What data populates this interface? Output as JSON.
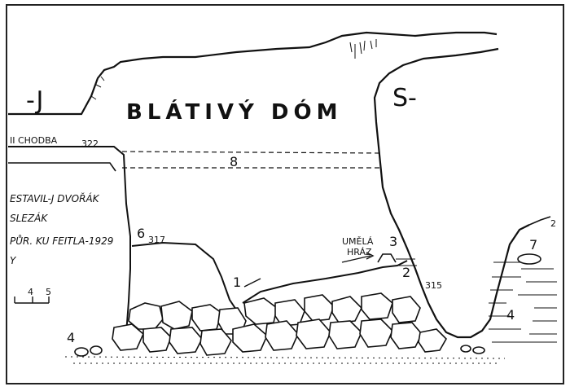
{
  "title": "BLÁTIVÝ DÓM",
  "directions": {
    "left": "-J",
    "right": "S-"
  },
  "labels": {
    "chodba": "II CHODBA",
    "elev_322": "322",
    "elev_317": "317",
    "elev_315": "315",
    "dam": [
      "UMĚLÁ",
      "HRÁZ"
    ],
    "survey": [
      "ESTAVIL-J DVOŘÁK",
      "SLEZÁK",
      "PŮR. KU FEITLA-1929",
      "Y"
    ],
    "scale": "5",
    "scale_zero": "4"
  },
  "points": [
    {
      "id": "p1",
      "text": "1"
    },
    {
      "id": "p2",
      "text": "2"
    },
    {
      "id": "p3",
      "text": "3"
    },
    {
      "id": "p4a",
      "text": "4"
    },
    {
      "id": "p4b",
      "text": "4"
    },
    {
      "id": "p6",
      "text": "6"
    },
    {
      "id": "p7",
      "text": "7"
    },
    {
      "id": "p8",
      "text": "8"
    },
    {
      "id": "p2b",
      "text": "2"
    }
  ]
}
